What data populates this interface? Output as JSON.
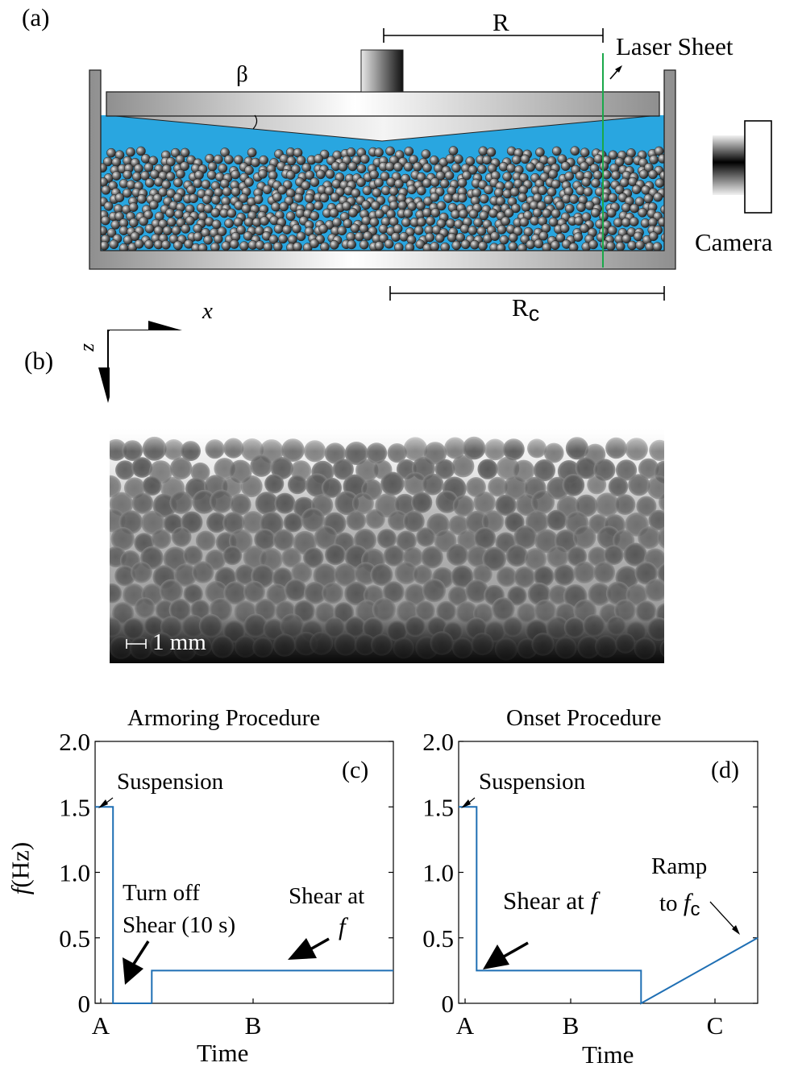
{
  "panel_a": {
    "label": "(a)",
    "beta_label": "β",
    "R_label": "R",
    "Rc_main": "R",
    "Rc_sub": "c",
    "laser_label": "Laser Sheet",
    "camera_label": "Camera",
    "x_axis": "x",
    "z_axis": "z",
    "colors": {
      "fluid": "#29a6e0",
      "laser": "#1aa84a",
      "frame": "#9a9a9a"
    }
  },
  "panel_b": {
    "label": "(b)",
    "scale_label": "1 mm"
  },
  "chart_data": [
    {
      "type": "line",
      "title": "Armoring Procedure",
      "panel_tag": "(c)",
      "ylabel_symbol": "f",
      "ylabel_unit": "(Hz)",
      "xlabel": "Time",
      "ylim": [
        0,
        2.0
      ],
      "yticks": [
        "2.0",
        "1.5",
        "1.0",
        "0.5",
        "0"
      ],
      "categories": [
        "A",
        "B"
      ],
      "series": [
        {
          "points": [
            [
              0,
              1.5
            ],
            [
              0.06,
              1.5
            ],
            [
              0.06,
              0
            ],
            [
              0.19,
              0
            ]
          ]
        },
        {
          "points": [
            [
              0.19,
              0
            ],
            [
              0.19,
              0.25
            ],
            [
              1.0,
              0.25
            ]
          ]
        }
      ],
      "annotations": {
        "suspension": "Suspension",
        "turn_off_1": "Turn off",
        "turn_off_2": "Shear (10 s)",
        "shear_at_1": "Shear at",
        "shear_at_f": "f"
      }
    },
    {
      "type": "line",
      "title": "Onset Procedure",
      "panel_tag": "(d)",
      "xlabel": "Time",
      "ylim": [
        0,
        2.0
      ],
      "yticks": [
        "2.0",
        "1.5",
        "1.0",
        "0.5",
        "0"
      ],
      "categories": [
        "A",
        "B",
        "C"
      ],
      "series": [
        {
          "points": [
            [
              0,
              1.5
            ],
            [
              0.06,
              1.5
            ],
            [
              0.06,
              0.25
            ],
            [
              0.61,
              0.25
            ],
            [
              0.61,
              0
            ],
            [
              1.0,
              0.5
            ]
          ]
        }
      ],
      "annotations": {
        "suspension": "Suspension",
        "shear_at": "Shear at",
        "shear_at_f": "f",
        "ramp_1": "Ramp",
        "ramp_2": "to",
        "ramp_fc": "f",
        "ramp_fc_sub": "c"
      }
    }
  ],
  "colors": {
    "series": "#1f6fb4"
  }
}
